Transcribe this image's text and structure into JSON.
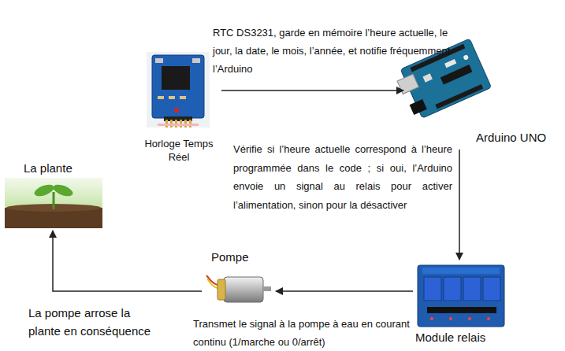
{
  "diagram": {
    "nodes": [
      {
        "text": [
          "Horloge Temps Réel"
        ]
      },
      {
        "text": [
          "Arduino UNO"
        ]
      },
      {
        "text": [
          "Module relais"
        ]
      },
      {
        "text": [
          "Pompe"
        ]
      },
      {
        "text": [
          "La plante"
        ]
      }
    ],
    "edges": [
      {
        "from": 0,
        "to": 1,
        "arrow": "to",
        "label": "RTC DS3231, garde en mémoire l’heure actuelle, le jour, la date, le mois, l’année, et notifie fréquemment l’Arduino"
      },
      {
        "from": 1,
        "to": 2,
        "arrow": "to",
        "label": "Vérifie si l’heure actuelle correspond à l’heure programmée dans le code ; si oui, l’Arduino envoie un signal au relais pour activer l’alimentation, sinon pour la désactiver"
      },
      {
        "from": 2,
        "to": 3,
        "arrow": "to",
        "label": "Transmet le signal à la pompe à eau en courant continu (1/marche ou 0/arrêt)"
      },
      {
        "from": 3,
        "to": 4,
        "arrow": "to",
        "label": "La pompe arrose la plante en conséquence"
      }
    ]
  }
}
